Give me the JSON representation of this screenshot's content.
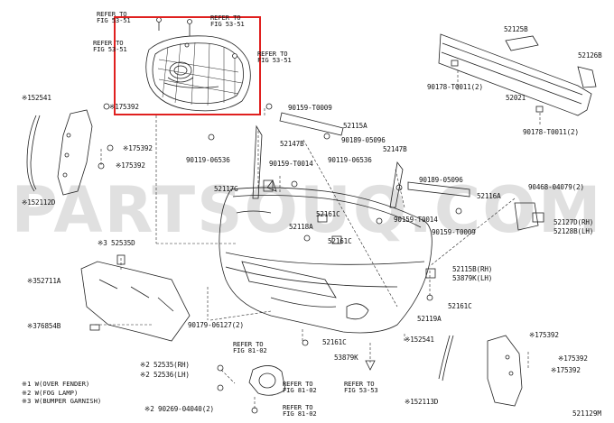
{
  "watermark": "PARTSOUQ.COM",
  "diagram_code": "521129M",
  "labels": {
    "ref_53_a": [
      "REFER TO",
      "FIG 53-51"
    ],
    "ref_53_b": [
      "REFER TO",
      "FIG 53-51"
    ],
    "ref_53_c": [
      "REFER TO",
      "FIG 53-51"
    ],
    "ref_53_d": [
      "REFER TO",
      "FIG 53-51"
    ],
    "ref_81_a": [
      "REFER TO",
      "FIG 81-02"
    ],
    "ref_81_b": [
      "REFER TO",
      "FIG 81-02"
    ],
    "ref_81_c": [
      "REFER TO",
      "FIG 81-02"
    ],
    "ref_53_53": [
      "REFER TO",
      "FIG 53-53"
    ],
    "p152541_top": "※152541",
    "p175392_a": "※175392",
    "p175392_b": "※175392",
    "p175392_c": "※175392",
    "p152112d": "※152112D",
    "p52535d": "※3 52535D",
    "p52711a": "※352711A",
    "p76854b": "※376854B",
    "p52535": "※2 52535(RH)",
    "p52536": "※2 52536(LH)",
    "p90269": "※2 90269-04040(2)",
    "p52125b": "52125B",
    "p52126b": "52126B",
    "p52021": "52021",
    "p90178_a": "90178-T0011(2)",
    "p90178_b": "90178-T0011(2)",
    "p90159_a": "90159-T0009",
    "p52115a": "52115A",
    "p90189_a": "90189-05096",
    "p52147b_a": "52147B",
    "p90119_a": "90119-06536",
    "p90159_b": "90159-T0014",
    "p90119_b": "90119-06536",
    "p52147b_b": "52147B",
    "p90189_b": "90189-05096",
    "p52117g": "52117G",
    "p52116a": "52116A",
    "p90468": "90468-04079(2)",
    "p52161c_a": "52161C",
    "p52118a": "52118A",
    "p90159_c": "90159-T0014",
    "p90159_d": "90159-T0009",
    "p52161c_b": "52161C",
    "p52127d": "52127D(RH)",
    "p52128b": "52128B(LH)",
    "p52115b": "52115B(RH)",
    "p53879k_top": "53879K(LH)",
    "p52161c_c": "52161C",
    "p52119a": "52119A",
    "p90179": "90179-06127(2)",
    "p52161c_d": "52161C",
    "p53879k": "53879K",
    "p152541_bot": "※152541",
    "p175392_d": "※175392",
    "p175392_e": "※175392",
    "p175392_f": "※175392",
    "p152113d": "※152113D"
  },
  "notes": [
    "※1 W(OVER FENDER)",
    "※2 W(FOG LAMP)",
    "※3 W(BUMPER GARNISH)"
  ]
}
